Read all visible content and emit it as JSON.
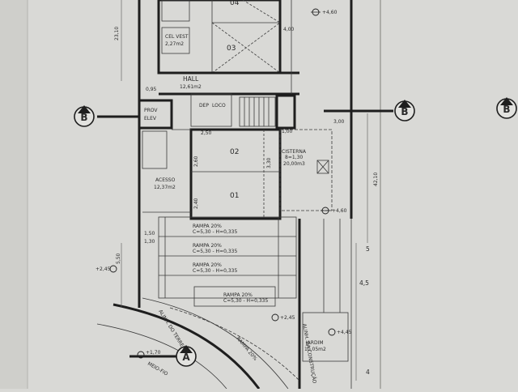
{
  "document": {
    "paper_color": "#d9d9d6",
    "ink_color": "#1e1e1e",
    "rooms": {
      "room_04": "04",
      "room_03": "03",
      "hall": "HALL",
      "hall_area": "12,61m2",
      "cel_vest": "CEL VEST",
      "cel_area": "2,27m2",
      "dep": "DEP",
      "dep_sub": "LOCO",
      "prov": "PROV",
      "prov_sub": "ELEV",
      "acesso": "ACESSO",
      "acesso_area": "12,37m2",
      "room_02": "02",
      "room_01": "01",
      "cisterna": "CISTERNA",
      "cisterna_sub": "8=1,30",
      "cisterna_area": "20,00m3",
      "jardim": "JARDIM",
      "jardim_area": "10,05m2"
    },
    "section_markers": {
      "b_left": "B",
      "b_mid": "B",
      "b_right": "B",
      "a_bottom": "A"
    },
    "ramps": [
      {
        "label": "RAMPA 20%",
        "sub": "C=5,30 - H=0,335"
      },
      {
        "label": "RAMPA 20%",
        "sub": "C=5,30 - H=0,335"
      },
      {
        "label": "RAMPA 20%",
        "sub": "C=5,30 - H=0,335"
      },
      {
        "label": "RAMPA 20%",
        "sub": "C=5,30 - H=0,335"
      }
    ],
    "dimensions": {
      "d_2310": "23,10",
      "d_4210": "42,10",
      "d_550": "5,50",
      "d_5": "5",
      "d_45": "4,5",
      "d_4": "4",
      "d_300": "3,00",
      "d_400": "4,00",
      "d_330": "3,30",
      "d_240": "2,40",
      "d_260": "2,60",
      "d_250": "2,50",
      "d_130": "1,30",
      "d_150": "1,50",
      "d_100": "1,00",
      "d_095": "0,95"
    },
    "levels": {
      "lv_top": "+4,60",
      "lv_mid": "+4,60",
      "lv_left": "+2,45",
      "lv_low": "+2,45",
      "lv_bottom": "+1,70",
      "lv_jard": "+4,45"
    },
    "curve_labels": {
      "alinh_terreno": "ALINH. DO TERRENO",
      "alinh_constr": "ALINH. DA CONSTRUÇÃO",
      "meio_fio": "MEIO-FIO",
      "rampa_curve": "RAMPA 20%"
    }
  }
}
